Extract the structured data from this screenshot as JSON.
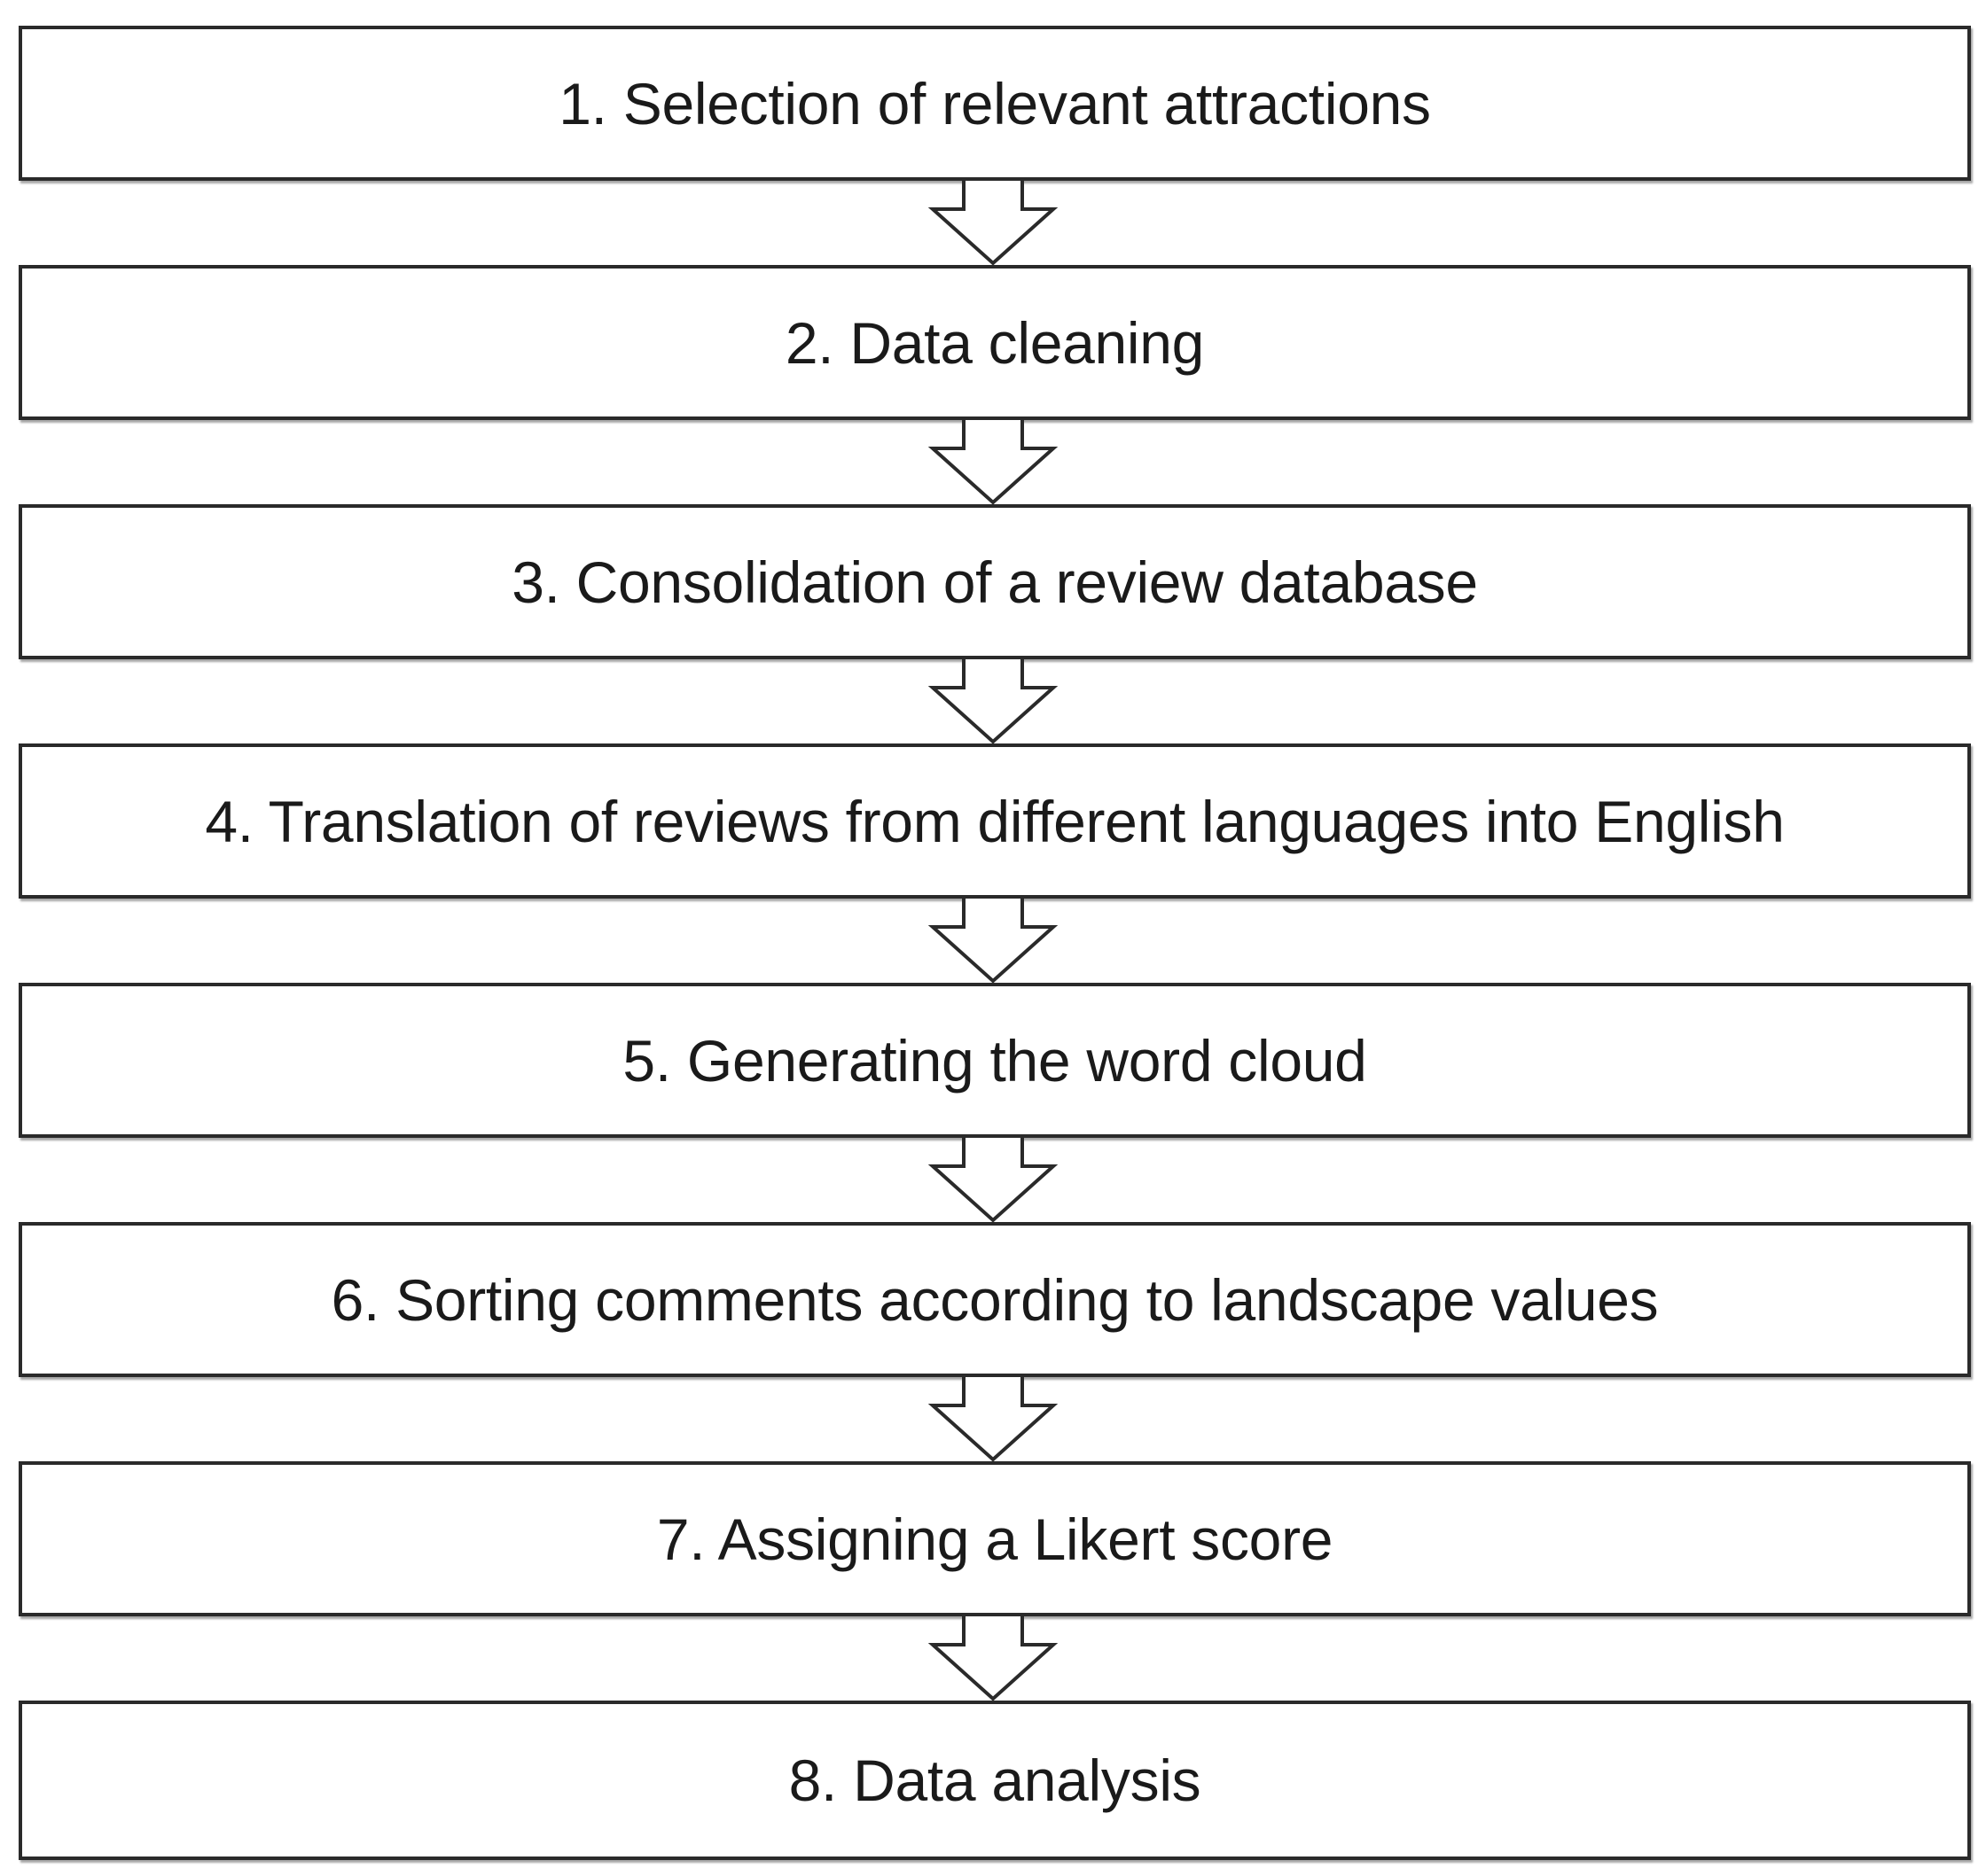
{
  "flowchart": {
    "steps": [
      {
        "label": "1. Selection of relevant attractions"
      },
      {
        "label": "2. Data cleaning"
      },
      {
        "label": "3. Consolidation of a review database"
      },
      {
        "label": "4. Translation of reviews from different languages into English"
      },
      {
        "label": "5. Generating the word cloud"
      },
      {
        "label": "6. Sorting comments according to landscape values"
      },
      {
        "label": "7. Assigning a Likert score"
      },
      {
        "label": "8. Data analysis"
      }
    ],
    "connector": "down-arrow-icon",
    "colors": {
      "border": "#2a2a2a",
      "fill": "#ffffff",
      "text": "#1a1a1a"
    }
  }
}
